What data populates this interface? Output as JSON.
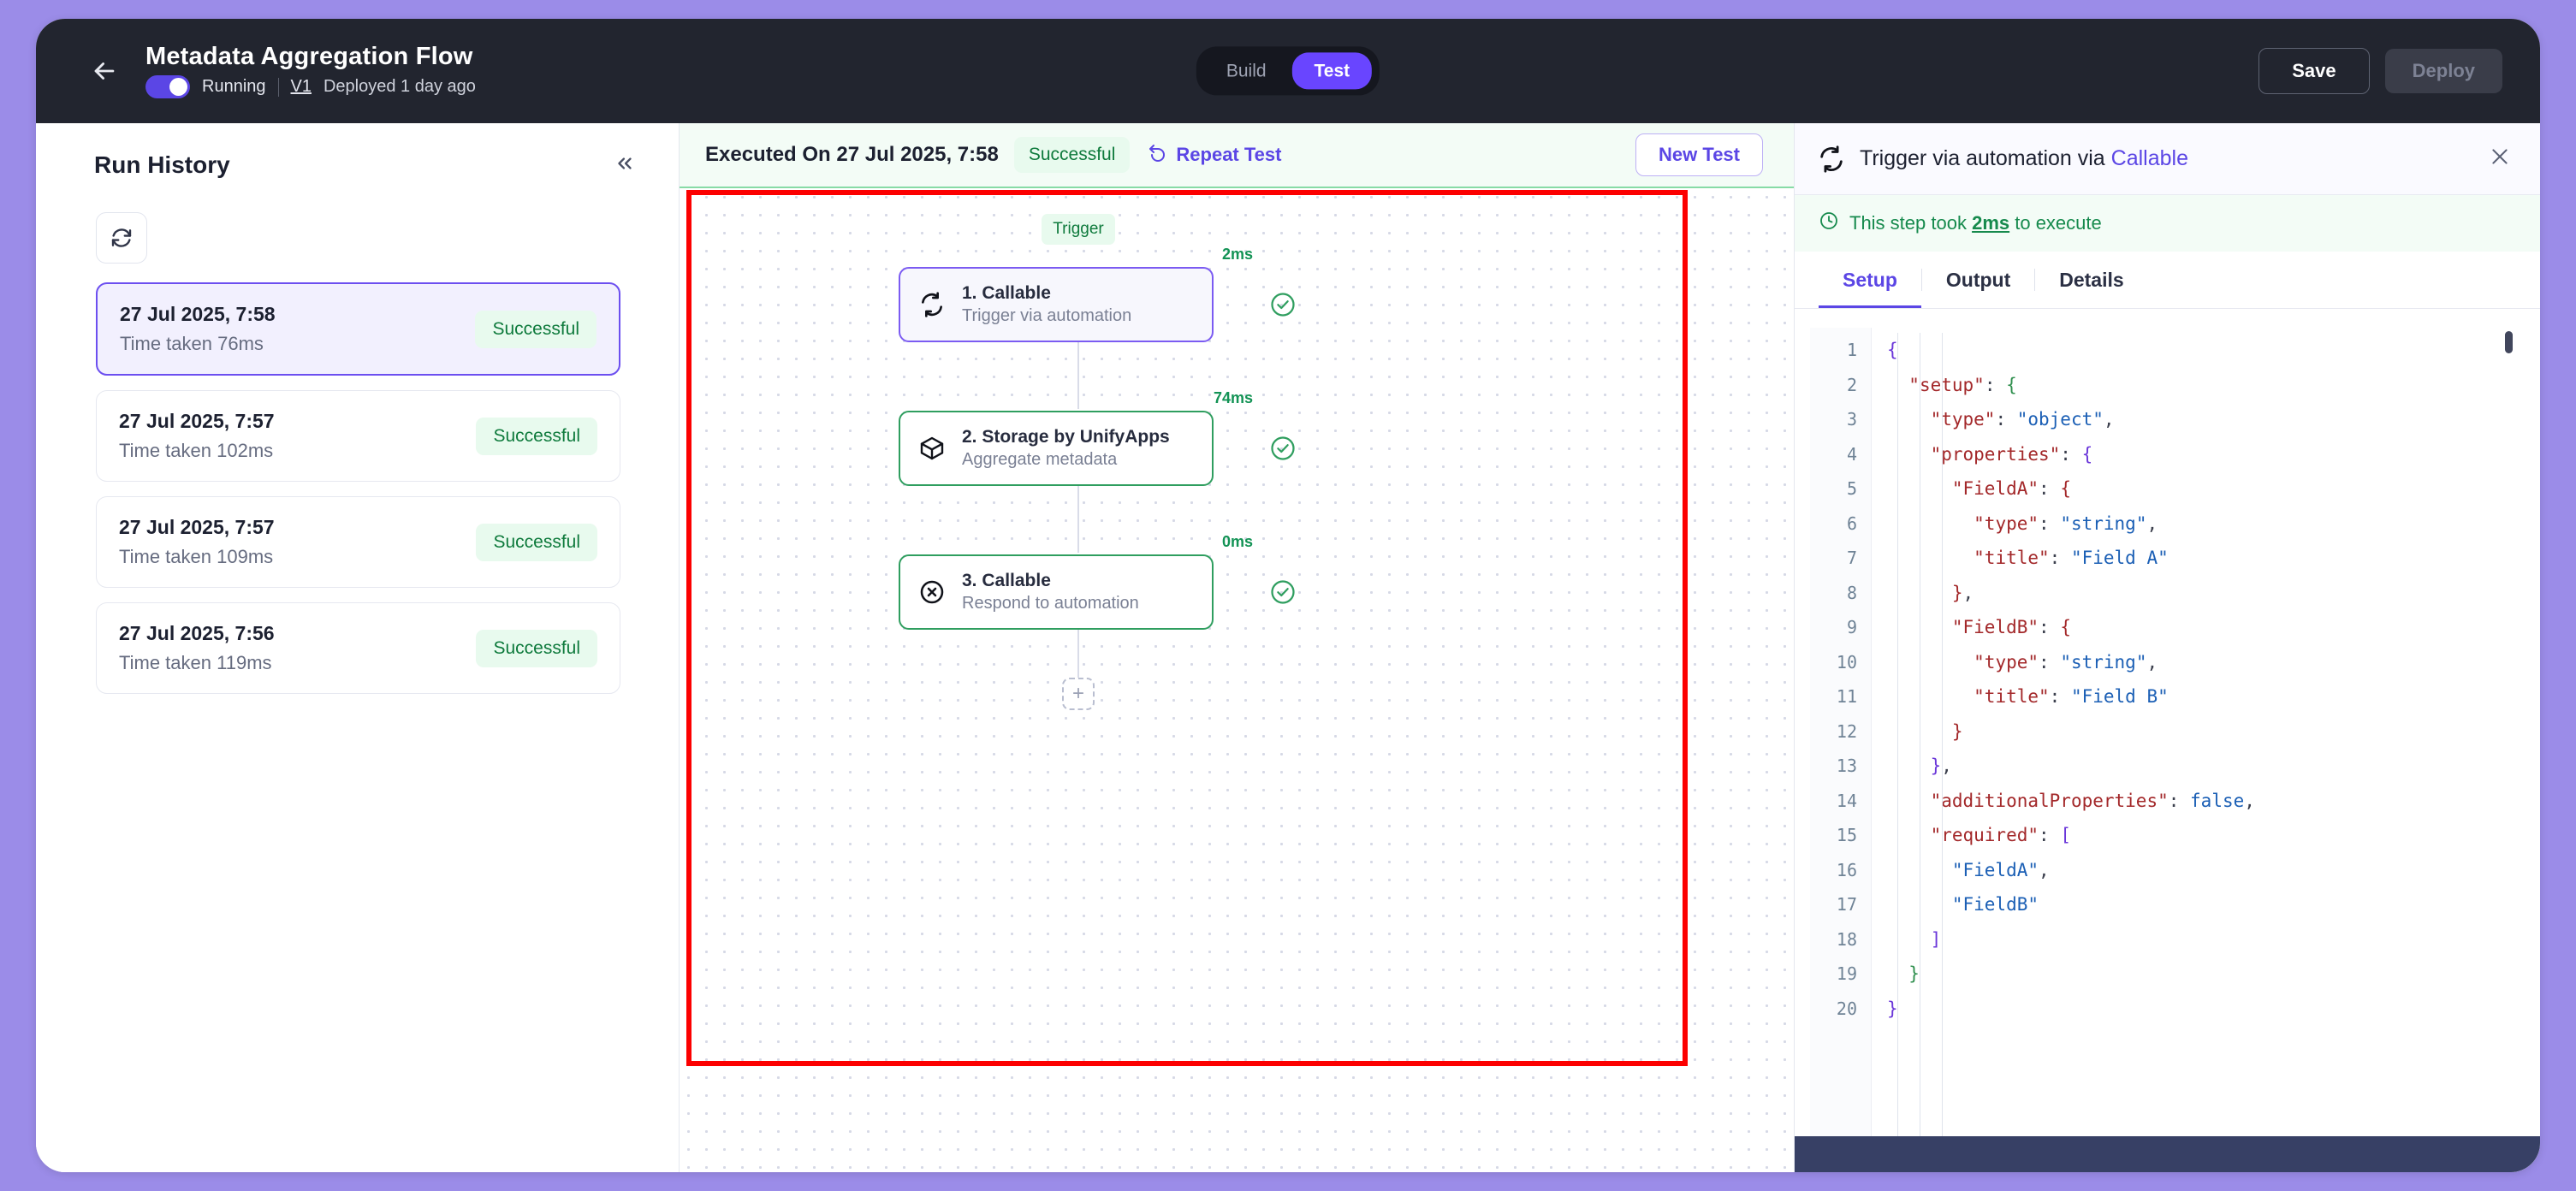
{
  "topbar": {
    "back_icon": "arrow-left-icon",
    "flow_title": "Metadata Aggregation Flow",
    "status_label": "Running",
    "version": "V1",
    "deployed_text": "Deployed 1 day ago",
    "segments": [
      {
        "label": "Build",
        "active": false
      },
      {
        "label": "Test",
        "active": true
      }
    ],
    "save_label": "Save",
    "deploy_label": "Deploy",
    "accent_color": "#6945ff",
    "background_color": "#22252f"
  },
  "sidebar": {
    "title": "Run History",
    "collapse_icon": "chevrons-left-icon",
    "refresh_icon": "refresh-icon",
    "runs": [
      {
        "when": "27 Jul 2025, 7:58",
        "duration": "Time taken 76ms",
        "status": "Successful",
        "selected": true
      },
      {
        "when": "27 Jul 2025, 7:57",
        "duration": "Time taken 102ms",
        "status": "Successful",
        "selected": false
      },
      {
        "when": "27 Jul 2025, 7:57",
        "duration": "Time taken 109ms",
        "status": "Successful",
        "selected": false
      },
      {
        "when": "27 Jul 2025, 7:56",
        "duration": "Time taken 119ms",
        "status": "Successful",
        "selected": false
      }
    ]
  },
  "exec_bar": {
    "executed_on": "Executed On 27 Jul 2025, 7:58",
    "status": "Successful",
    "repeat_label": "Repeat Test",
    "repeat_icon": "repeat-icon",
    "new_test_label": "New Test"
  },
  "canvas": {
    "trigger_pill": "Trigger",
    "add_node_glyph": "+",
    "nodes": [
      {
        "title": "1. Callable",
        "subtitle": "Trigger via automation",
        "duration": "2ms",
        "icon": "sync-automation-icon",
        "state": "selected",
        "check_icon": "check-circle-icon"
      },
      {
        "title": "2. Storage by UnifyApps",
        "subtitle": "Aggregate metadata",
        "duration": "74ms",
        "icon": "box-storage-icon",
        "state": "done",
        "check_icon": "check-circle-icon"
      },
      {
        "title": "3. Callable",
        "subtitle": "Respond to automation",
        "duration": "0ms",
        "icon": "x-circle-icon",
        "state": "done",
        "check_icon": "check-circle-icon"
      }
    ],
    "highlight_color": "#fc0000"
  },
  "right_panel": {
    "icon": "sync-automation-icon",
    "title_prefix": "Trigger via automation via ",
    "title_accent": "Callable",
    "close_icon": "close-icon",
    "clock_icon": "clock-icon",
    "timing_prefix": "This step took ",
    "timing_value": "2ms",
    "timing_suffix": " to execute",
    "tabs": [
      {
        "label": "Setup",
        "active": true
      },
      {
        "label": "Output",
        "active": false
      },
      {
        "label": "Details",
        "active": false
      }
    ],
    "code_lines": [
      {
        "n": 1,
        "text": "{"
      },
      {
        "n": 2,
        "text": "  \"setup\": {"
      },
      {
        "n": 3,
        "text": "    \"type\": \"object\","
      },
      {
        "n": 4,
        "text": "    \"properties\": {"
      },
      {
        "n": 5,
        "text": "      \"FieldA\": {"
      },
      {
        "n": 6,
        "text": "        \"type\": \"string\","
      },
      {
        "n": 7,
        "text": "        \"title\": \"Field A\""
      },
      {
        "n": 8,
        "text": "      },"
      },
      {
        "n": 9,
        "text": "      \"FieldB\": {"
      },
      {
        "n": 10,
        "text": "        \"type\": \"string\","
      },
      {
        "n": 11,
        "text": "        \"title\": \"Field B\""
      },
      {
        "n": 12,
        "text": "      }"
      },
      {
        "n": 13,
        "text": "    },"
      },
      {
        "n": 14,
        "text": "    \"additionalProperties\": false,"
      },
      {
        "n": 15,
        "text": "    \"required\": ["
      },
      {
        "n": 16,
        "text": "      \"FieldA\","
      },
      {
        "n": 17,
        "text": "      \"FieldB\""
      },
      {
        "n": 18,
        "text": "    ]"
      },
      {
        "n": 19,
        "text": "  }"
      },
      {
        "n": 20,
        "text": "}"
      }
    ]
  }
}
